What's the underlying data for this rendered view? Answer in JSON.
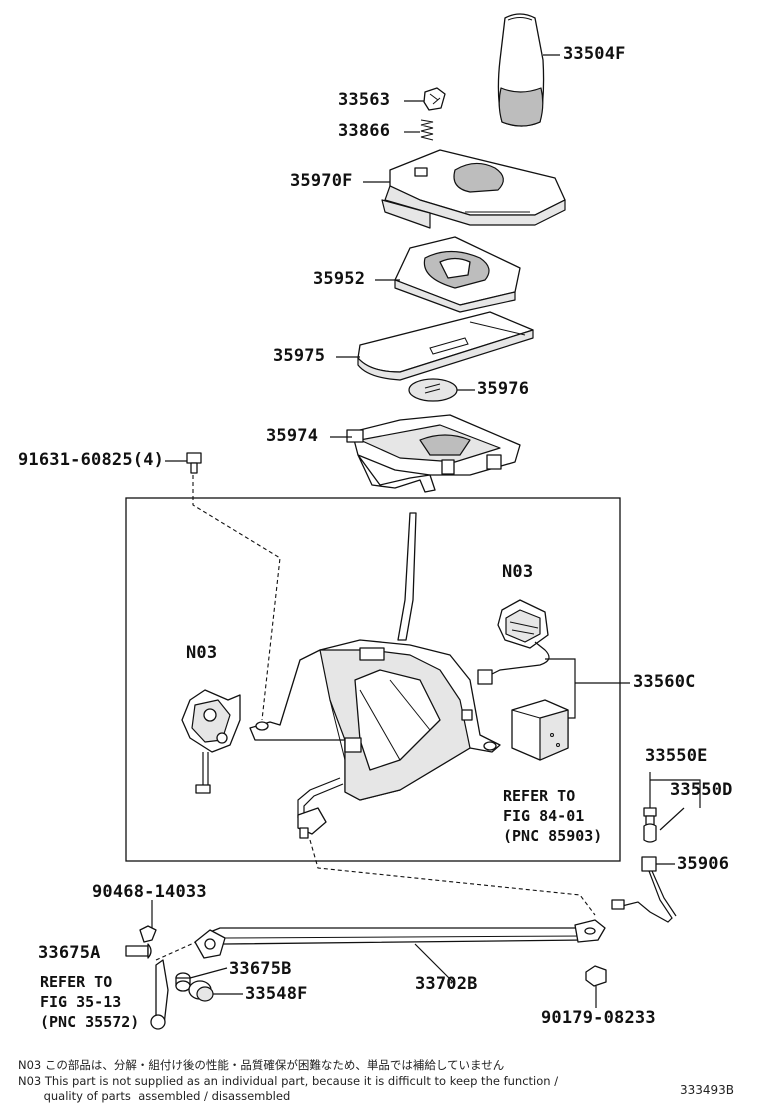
{
  "parts": {
    "p33504F": "33504F",
    "p33563": "33563",
    "p33866": "33866",
    "p35970F": "35970F",
    "p35952": "35952",
    "p35975": "35975",
    "p35976": "35976",
    "p35974": "35974",
    "p91631": "91631-60825(4)",
    "n03_right": "N03",
    "n03_left": "N03",
    "p33560C": "33560C",
    "p33550E": "33550E",
    "p33550D": "33550D",
    "p35906": "35906",
    "p90468": "90468-14033",
    "p33675A": "33675A",
    "p33675B": "33675B",
    "p33702B": "33702B",
    "p33548F": "33548F",
    "p90179": "90179-08233"
  },
  "refs": {
    "fig84": [
      "REFER TO",
      "FIG 84-01",
      "(PNC 85903)"
    ],
    "fig35": [
      "REFER TO",
      "FIG 35-13",
      "(PNC 35572)"
    ]
  },
  "footnotes": {
    "jp": "N03  この部品は、分解・組付け後の性能・品質確保が困難なため、単品では補給していません",
    "en1": "N03  This part is not supplied as an individual part, because it is difficult to keep the function /",
    "en2": "       quality of parts  assembled / disassembled"
  },
  "diagram_id": "333493B"
}
